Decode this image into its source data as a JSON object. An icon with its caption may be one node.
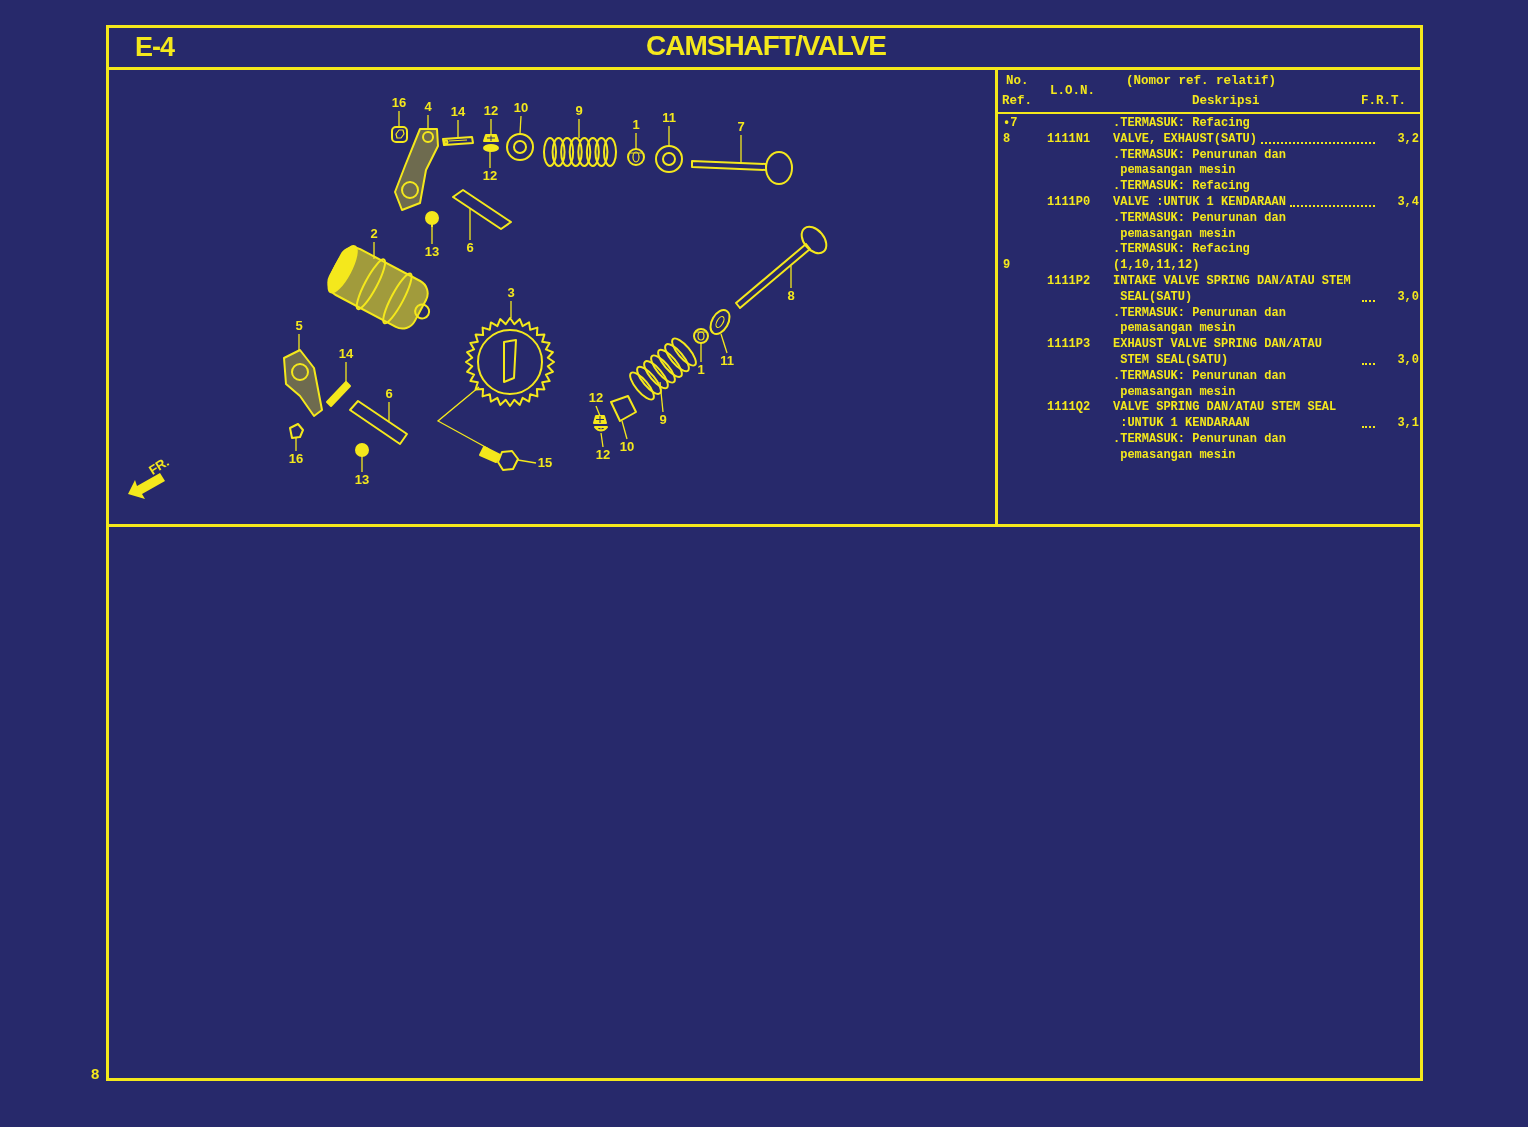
{
  "diagram": {
    "title": "CAMSHAFT/VALVE",
    "nodes": [
      {
        "text": [
          "16"
        ]
      },
      {
        "text": [
          "4"
        ]
      },
      {
        "text": [
          "14"
        ]
      },
      {
        "text": [
          "12"
        ]
      },
      {
        "text": [
          "12"
        ]
      },
      {
        "text": [
          "10"
        ]
      },
      {
        "text": [
          "9"
        ]
      },
      {
        "text": [
          "1"
        ]
      },
      {
        "text": [
          "11"
        ]
      },
      {
        "text": [
          "7"
        ]
      },
      {
        "text": [
          "2"
        ]
      },
      {
        "text": [
          "13"
        ]
      },
      {
        "text": [
          "6"
        ]
      },
      {
        "text": [
          "3"
        ]
      },
      {
        "text": [
          "8"
        ]
      },
      {
        "text": [
          "5"
        ]
      },
      {
        "text": [
          "14"
        ]
      },
      {
        "text": [
          "6"
        ]
      },
      {
        "text": [
          "11"
        ]
      },
      {
        "text": [
          "1"
        ]
      },
      {
        "text": [
          "9"
        ]
      },
      {
        "text": [
          "12"
        ]
      },
      {
        "text": [
          "10"
        ]
      },
      {
        "text": [
          "12"
        ]
      },
      {
        "text": [
          "16"
        ]
      },
      {
        "text": [
          "13"
        ]
      },
      {
        "text": [
          "15"
        ]
      },
      {
        "text": [],
        "shape": "picture"
      },
      {
        "text": [],
        "shape": "picture"
      },
      {
        "text": [],
        "shape": "picture"
      },
      {
        "text": [],
        "shape": "picture"
      },
      {
        "text": [],
        "shape": "picture"
      },
      {
        "text": [],
        "shape": "picture"
      },
      {
        "text": [],
        "shape": "picture"
      },
      {
        "text": [],
        "shape": "picture"
      },
      {
        "text": [],
        "shape": "picture"
      },
      {
        "text": [],
        "shape": "picture"
      },
      {
        "text": [],
        "shape": "picture"
      },
      {
        "text": [],
        "shape": "picture"
      },
      {
        "text": [],
        "shape": "picture"
      },
      {
        "text": [],
        "shape": "picture"
      },
      {
        "text": [],
        "shape": "picture"
      },
      {
        "text": [],
        "shape": "picture"
      },
      {
        "text": [],
        "shape": "picture"
      },
      {
        "text": [],
        "shape": "picture"
      },
      {
        "text": [],
        "shape": "picture"
      },
      {
        "text": [],
        "shape": "picture"
      },
      {
        "text": [],
        "shape": "picture"
      },
      {
        "text": [],
        "shape": "picture"
      },
      {
        "text": [],
        "shape": "picture"
      },
      {
        "text": [],
        "shape": "picture"
      },
      {
        "text": [],
        "shape": "picture"
      },
      {
        "text": [],
        "shape": "picture"
      },
      {
        "text": [],
        "shape": "picture"
      }
    ],
    "edges": [
      {
        "from": 0,
        "to": 27,
        "arrow": "none"
      },
      {
        "from": 1,
        "to": 28,
        "arrow": "none"
      },
      {
        "from": 2,
        "to": 29,
        "arrow": "none"
      },
      {
        "from": 3,
        "to": 30,
        "arrow": "none"
      },
      {
        "from": 4,
        "to": 31,
        "arrow": "none"
      },
      {
        "from": 5,
        "to": 32,
        "arrow": "none"
      },
      {
        "from": 6,
        "to": 33,
        "arrow": "none"
      },
      {
        "from": 7,
        "to": 34,
        "arrow": "none"
      },
      {
        "from": 8,
        "to": 35,
        "arrow": "none"
      },
      {
        "from": 9,
        "to": 36,
        "arrow": "none"
      },
      {
        "from": 10,
        "to": 37,
        "arrow": "none"
      },
      {
        "from": 11,
        "to": 38,
        "arrow": "none"
      },
      {
        "from": 12,
        "to": 39,
        "arrow": "none"
      },
      {
        "from": 13,
        "to": 40,
        "arrow": "none"
      },
      {
        "from": 14,
        "to": 41,
        "arrow": "none"
      },
      {
        "from": 15,
        "to": 42,
        "arrow": "none"
      },
      {
        "from": 16,
        "to": 43,
        "arrow": "none"
      },
      {
        "from": 17,
        "to": 44,
        "arrow": "none"
      },
      {
        "from": 18,
        "to": 45,
        "arrow": "none"
      },
      {
        "from": 19,
        "to": 46,
        "arrow": "none"
      },
      {
        "from": 20,
        "to": 47,
        "arrow": "none"
      },
      {
        "from": 21,
        "to": 48,
        "arrow": "none"
      },
      {
        "from": 22,
        "to": 49,
        "arrow": "none"
      },
      {
        "from": 23,
        "to": 50,
        "arrow": "none"
      },
      {
        "from": 24,
        "to": 51,
        "arrow": "none"
      },
      {
        "from": 25,
        "to": 52,
        "arrow": "none"
      },
      {
        "from": 26,
        "to": 53,
        "arrow": "none"
      },
      {
        "from": 40,
        "to": 53,
        "arrow": "none"
      }
    ],
    "labels": [
      "E-4",
      "No.",
      "Ref.",
      "L.O.N.",
      "(Nomor ref. relatif)",
      "Deskripsi",
      "F.R.T.",
      "•7",
      ".TERMASUK: Refacing",
      "8",
      "1111N1",
      "VALVE, EXHAUST(SATU)",
      "3,2",
      ".TERMASUK: Penurunan dan pemasangan mesin",
      ".TERMASUK: Refacing",
      "1111P0",
      "VALVE :UNTUK 1 KENDARAAN",
      "3,4",
      ".TERMASUK: Penurunan dan pemasangan mesin",
      ".TERMASUK: Refacing",
      "9",
      "(1,10,11,12)",
      "1111P2",
      "INTAKE VALVE SPRING DAN/ATAU STEM SEAL(SATU)",
      "3,0",
      ".TERMASUK: Penurunan dan pemasangan mesin",
      "1111P3",
      "EXHAUST VALVE SPRING DAN/ATAU STEM SEAL(SATU)",
      "3,0",
      ".TERMASUK: Penurunan dan pemasangan mesin",
      "1111Q2",
      "VALVE SPRING DAN/ATAU STEM SEAL :UNTUK 1 KENDARAAN",
      "3,1",
      ".TERMASUK: Penurunan dan pemasangan mesin",
      "FR.",
      "8"
    ]
  }
}
